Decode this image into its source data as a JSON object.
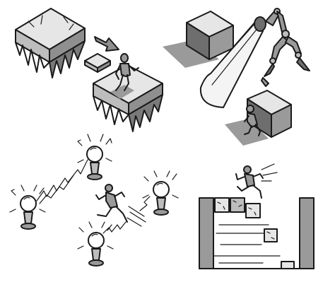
{
  "colors": {
    "ink": "#1a1a1a",
    "paper": "#ffffff",
    "light_gray": "#d9d9d9",
    "mid_gray": "#9a9a9a",
    "dark_gray": "#6e6e6e",
    "shadow": "#8c8c8c"
  },
  "panels": [
    {
      "name": "floating-ice-blocks",
      "icons": [
        "ice-block-icon",
        "arrow-icon",
        "small-cube-icon",
        "humanoid-figure-icon"
      ]
    },
    {
      "name": "robot-spotlight-scene",
      "icons": [
        "cube-icon",
        "robot-claw-icon",
        "spotlight-beam-icon",
        "crouching-figure-icon"
      ]
    },
    {
      "name": "tesla-coil-scene",
      "icons": [
        "tesla-coil-icon",
        "lightning-icon",
        "running-figure-icon"
      ]
    },
    {
      "name": "falling-blocks-scene",
      "icons": [
        "pillar-icon",
        "falling-block-icon",
        "jumping-figure-icon"
      ]
    }
  ]
}
